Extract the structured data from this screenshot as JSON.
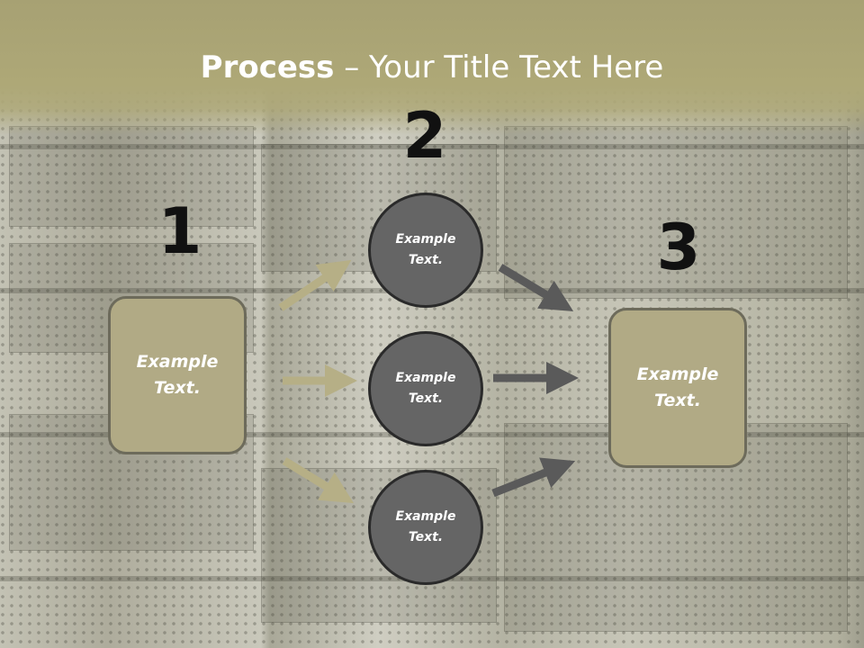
{
  "title": {
    "bold": "Process",
    "separator": " – ",
    "rest": "Your Title Text Here"
  },
  "colors": {
    "header_band": "#aea877",
    "box_fill": "#b1aa85",
    "box_border": "#6d6b5b",
    "circle_fill": "#656565",
    "circle_border": "#2a2a2a",
    "tan_arrow": "#b6af86",
    "gray_arrow": "#5a5a5a",
    "number_text": "#111111"
  },
  "steps": {
    "one": {
      "number": "1",
      "line1": "Example",
      "line2": "Text."
    },
    "two": {
      "number": "2"
    },
    "three": {
      "number": "3",
      "line1": "Example",
      "line2": "Text."
    }
  },
  "circles": [
    {
      "line1": "Example",
      "line2": "Text."
    },
    {
      "line1": "Example",
      "line2": "Text."
    },
    {
      "line1": "Example",
      "line2": "Text."
    }
  ]
}
